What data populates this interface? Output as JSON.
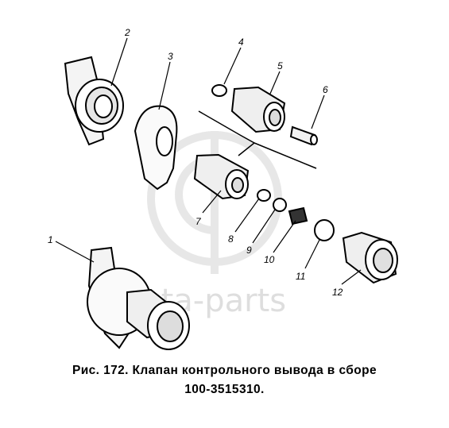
{
  "figure": {
    "watermark": "eta-parts",
    "callouts": [
      "1",
      "2",
      "3",
      "4",
      "5",
      "6",
      "7",
      "8",
      "9",
      "10",
      "11",
      "12"
    ],
    "caption_line1": "Рис. 172. Клапан контрольного вывода в сборе",
    "caption_line2": "100-3515310."
  }
}
